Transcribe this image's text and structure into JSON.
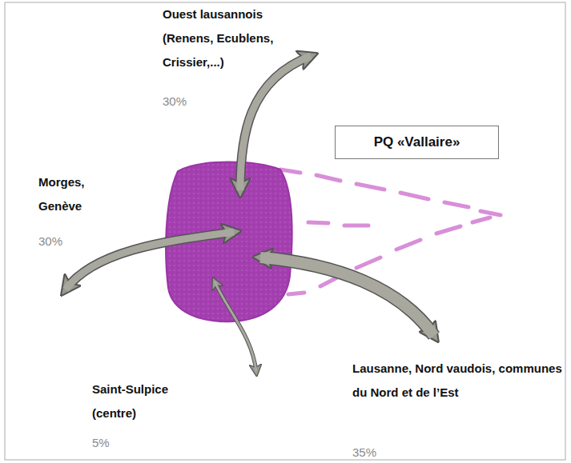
{
  "diagram": {
    "nodes": [
      {
        "text": [
          "PQ «Vallaire»"
        ]
      }
    ],
    "labels": [
      "Ouest lausannois (Renens, Ecublens, Crissier,...)",
      "30%",
      "Morges, Genève",
      "30%",
      "Lausanne, Nord vaudois, communes du Nord et de l’Est",
      "Saint-Sulpice (centre)",
      "5%",
      "35%"
    ]
  }
}
